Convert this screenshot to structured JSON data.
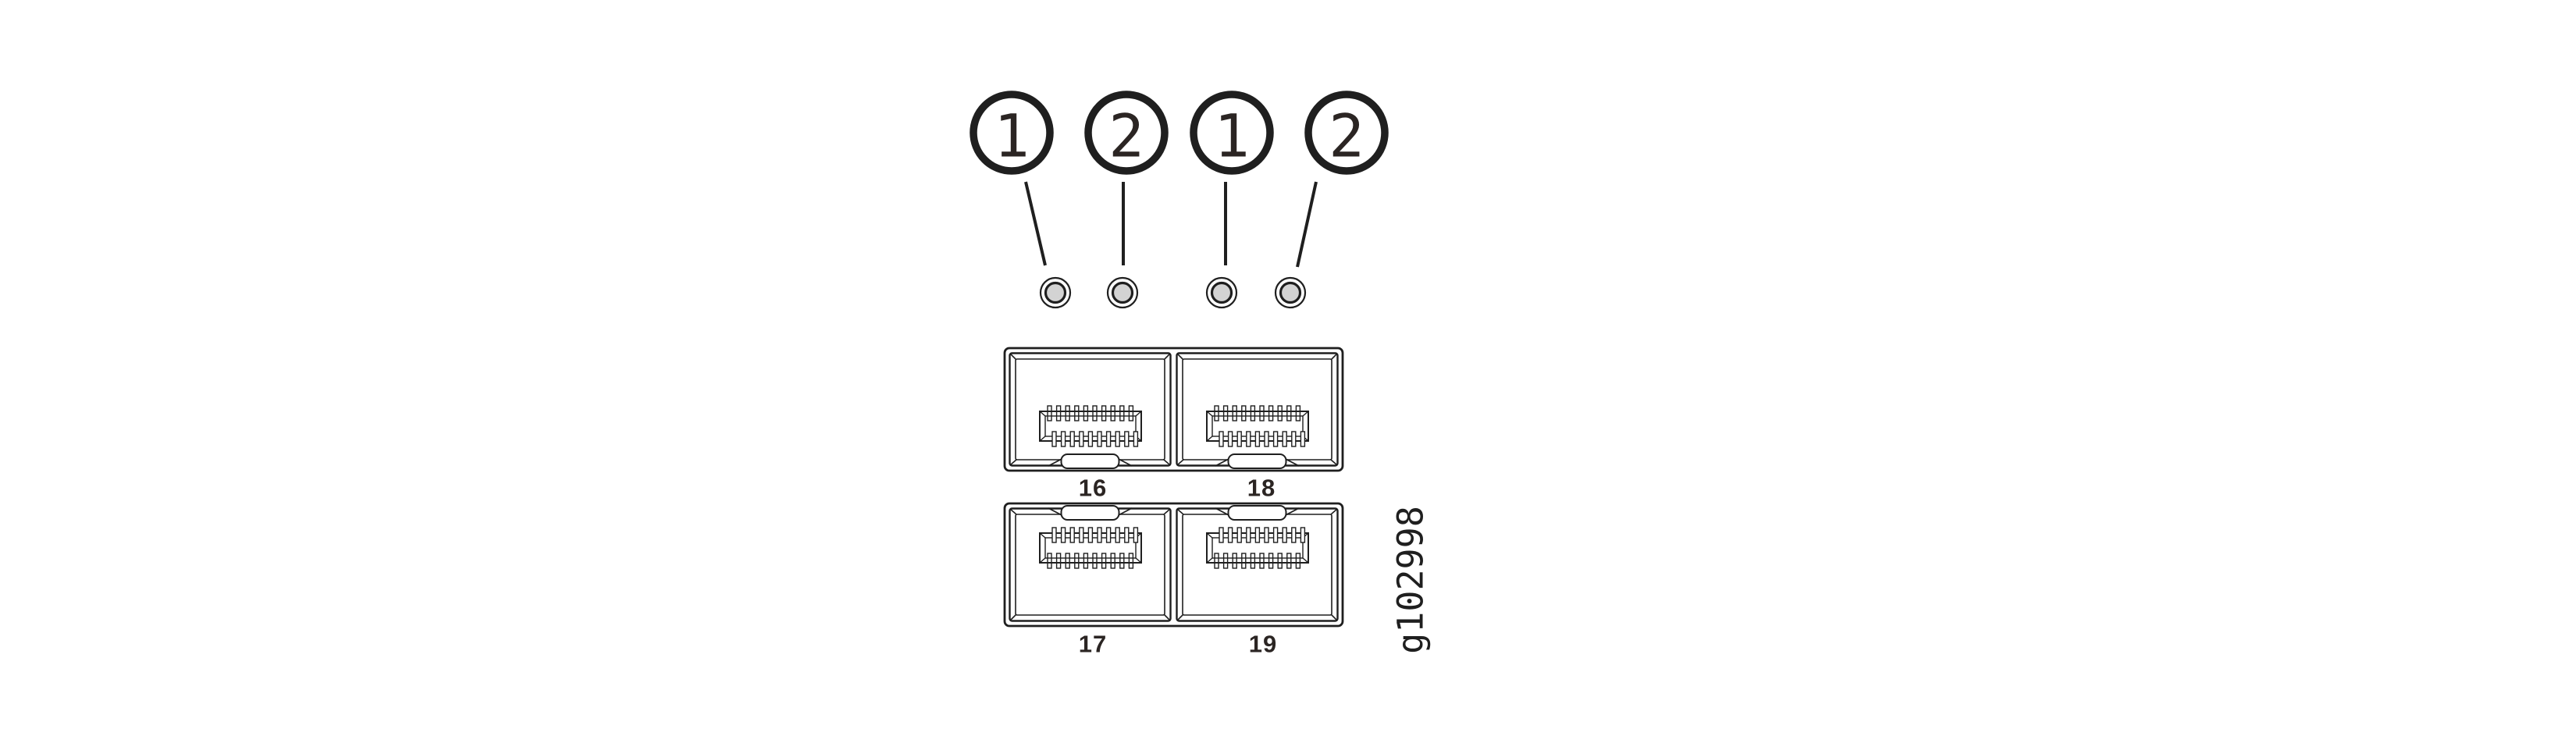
{
  "figure": {
    "background": "#ffffff",
    "line_color": "#1f1f1f",
    "text_color": "#2b2523",
    "led_fill_color": "#d3d3d3",
    "callout_labels": [
      "1",
      "2",
      "1",
      "2"
    ],
    "port_labels": [
      "16",
      "18",
      "17",
      "19"
    ],
    "figure_id": "g102998"
  }
}
